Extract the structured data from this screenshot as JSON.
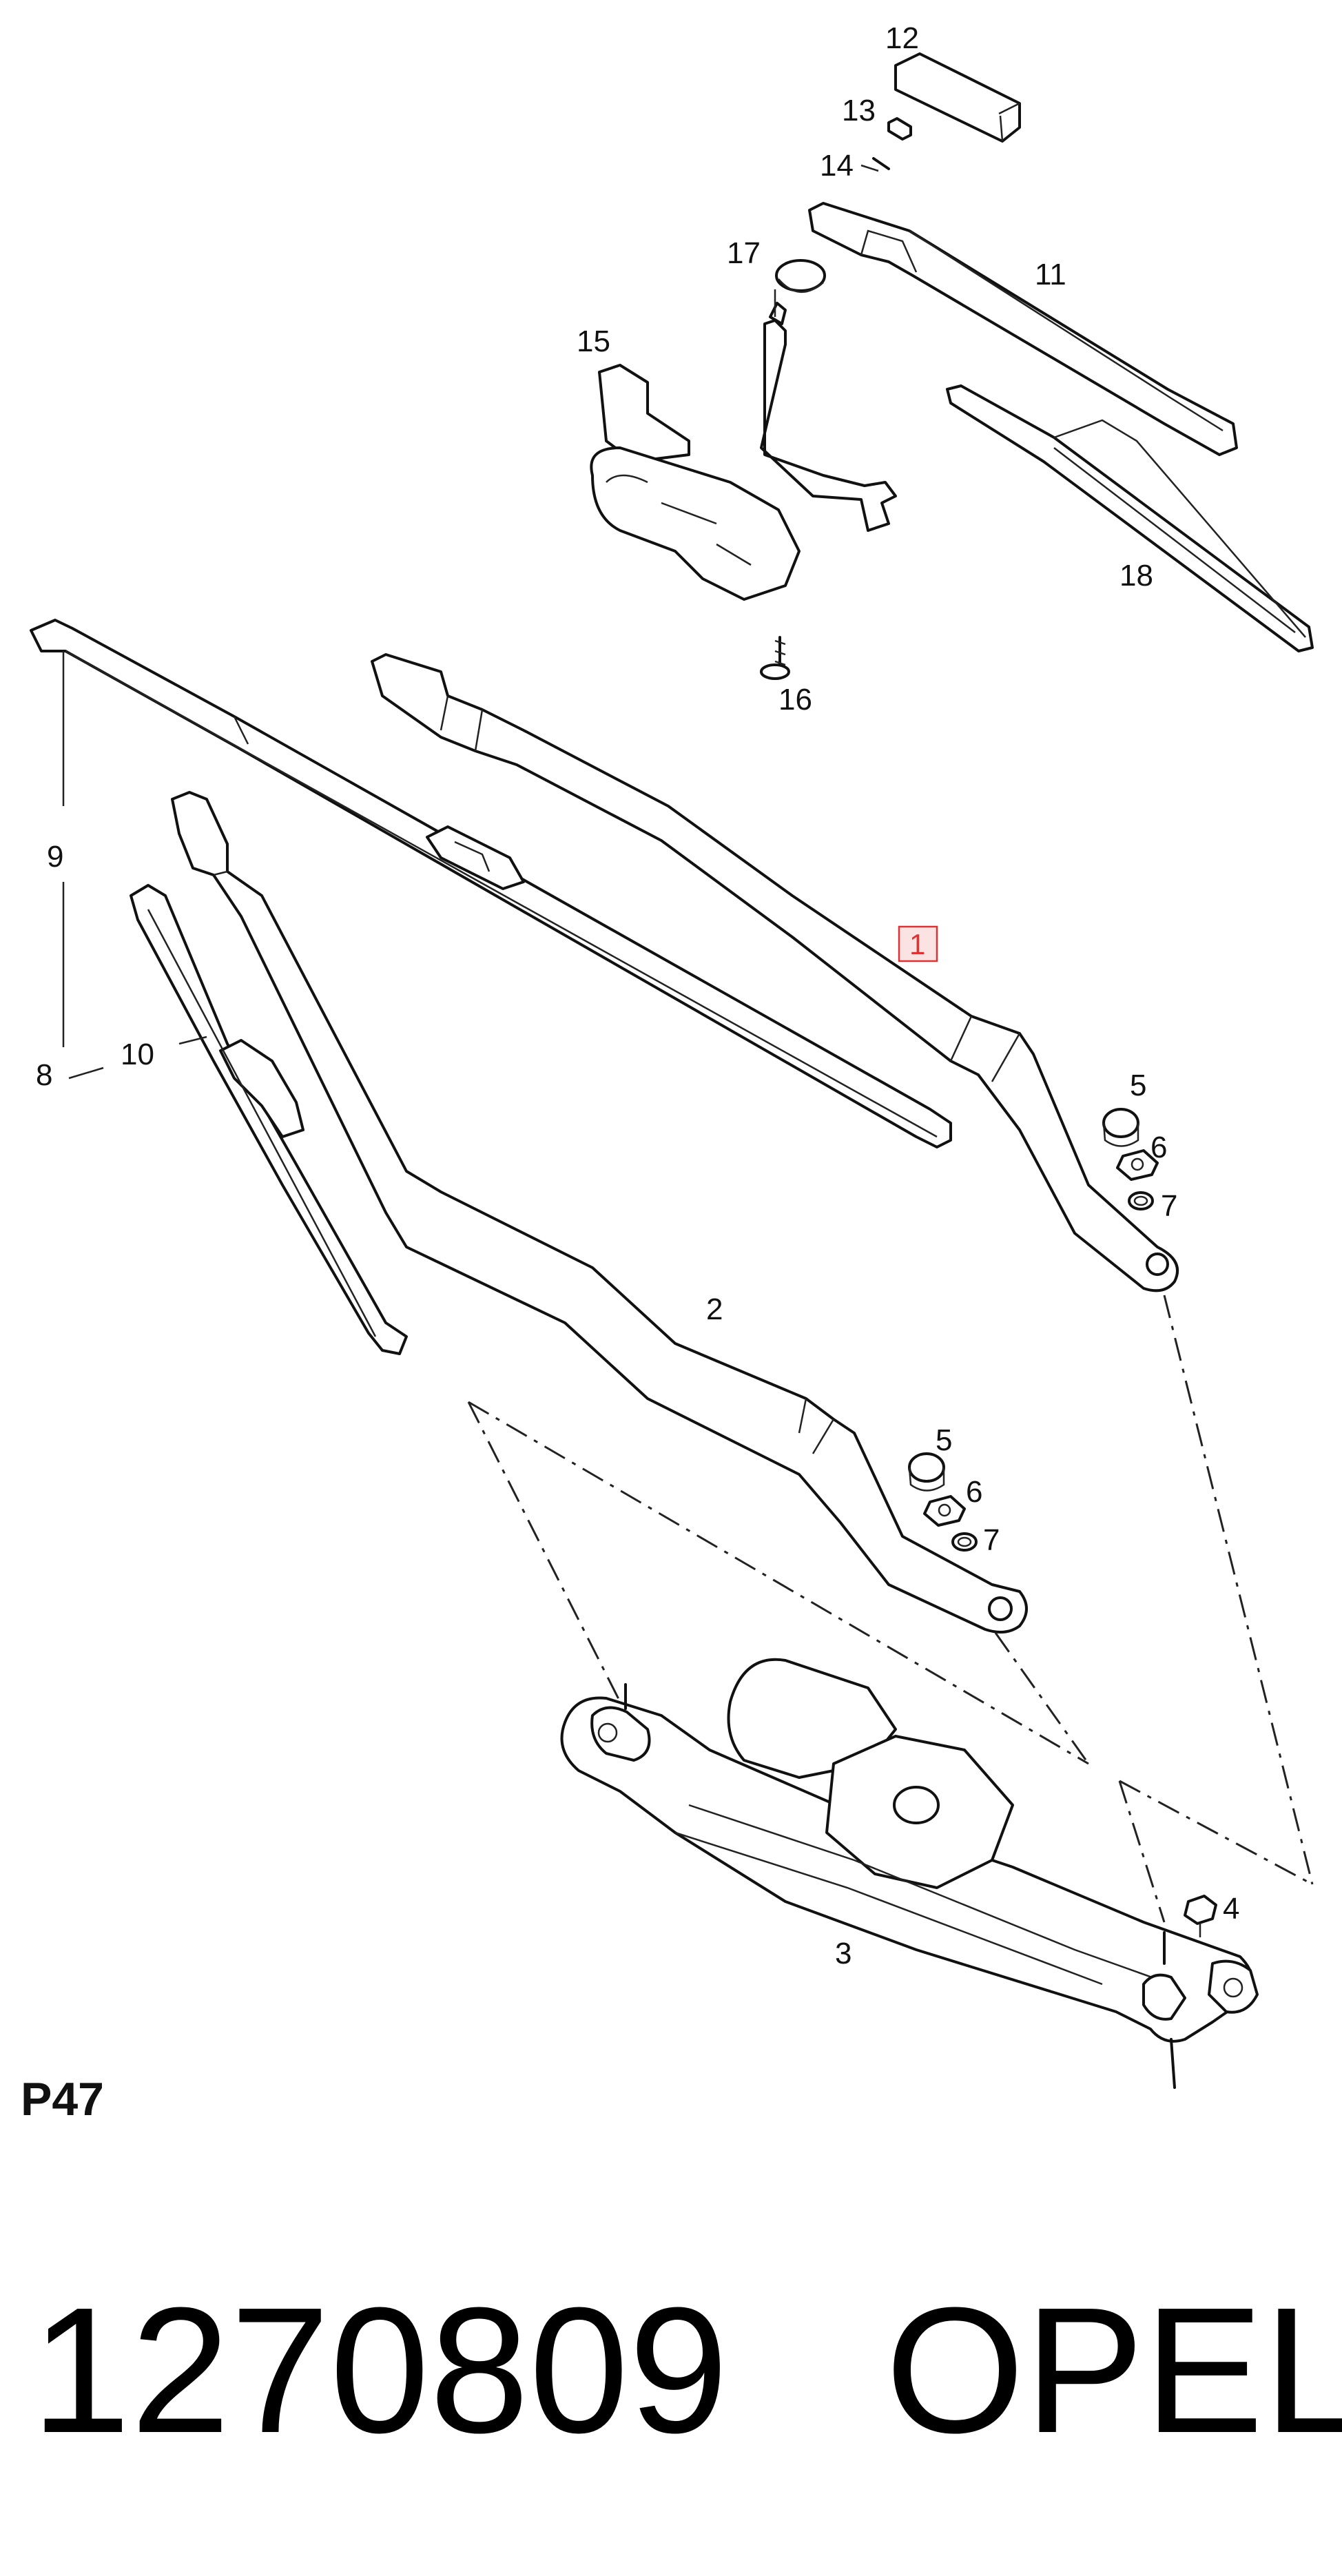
{
  "diagram": {
    "callouts": [
      "1",
      "2",
      "3",
      "4",
      "5",
      "6",
      "7",
      "8",
      "9",
      "10",
      "11",
      "12",
      "13",
      "14",
      "15",
      "16",
      "17",
      "18",
      "5",
      "6",
      "7"
    ],
    "highlighted_callout": "1",
    "page_code": "P47",
    "part_number": "1270809",
    "brand": "OPEL",
    "colors": {
      "line": "#111111",
      "highlight": "#dd3333",
      "highlight_fill": "#fbe3e3"
    }
  }
}
